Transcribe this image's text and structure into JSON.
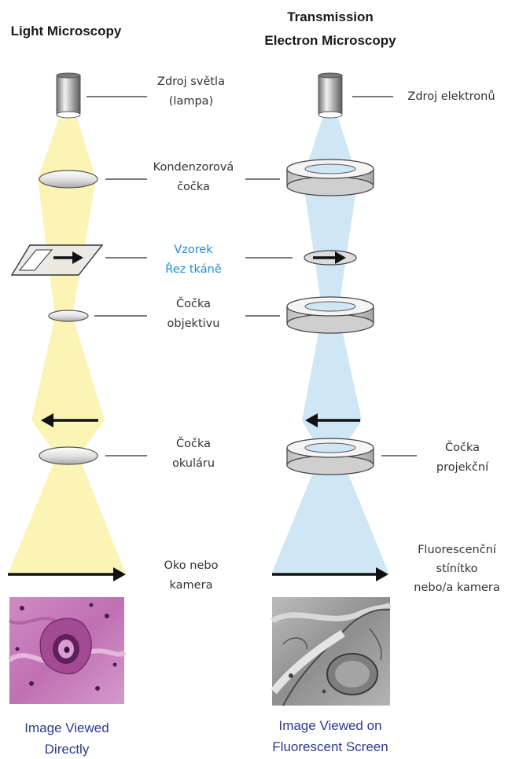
{
  "titles": {
    "light": "Light Microscopy",
    "tem_line1": "Transmission",
    "tem_line2": "Electron Microscopy"
  },
  "labels": {
    "light_source_1": "Zdroj světla",
    "light_source_2": "(lampa)",
    "electron_source": "Zdroj elektronů",
    "condenser_1": "Kondenzorová",
    "condenser_2": "čočka",
    "specimen_1": "Vzorek",
    "specimen_2": "Řez tkáně",
    "objective_1": "Čočka",
    "objective_2": "objektivu",
    "eyepiece_1": "Čočka",
    "eyepiece_2": "okuláru",
    "projector_1": "Čočka",
    "projector_2": "projekční",
    "eye_1": "Oko nebo",
    "eye_2": "kamera",
    "screen_1": "Fluorescenční",
    "screen_2": "stínítko",
    "screen_3": "nebo/a kamera"
  },
  "captions": {
    "light_1": "Image Viewed",
    "light_2": "Directly",
    "tem_1": "Image Viewed on",
    "tem_2": "Fluorescent Screen"
  },
  "colors": {
    "light_beam": "#fbf4b5",
    "electron_beam": "#cfe6f5",
    "specimen_label": "#1b8fd6",
    "caption": "#2a3990",
    "histology": "#c77fb8",
    "em_micrograph": "#8a8a8a"
  }
}
